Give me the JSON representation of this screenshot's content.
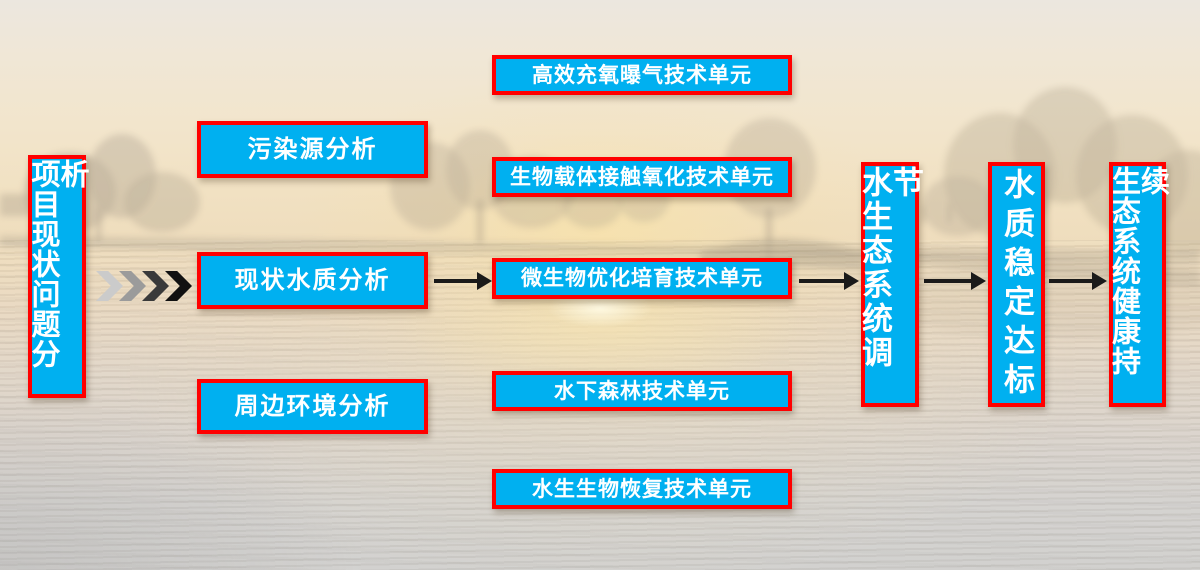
{
  "colors": {
    "box_fill": "#00b0f0",
    "box_border": "#ff0000",
    "box_text": "#ffffff",
    "arrow": "#1a1a1a",
    "chevron_shades": [
      "#cbcbcb",
      "#9b9b9b",
      "#3a3a3a",
      "#111111"
    ]
  },
  "flowchart": {
    "start": {
      "label": "项目现状问题分析"
    },
    "analysis": [
      {
        "label": "污染源分析"
      },
      {
        "label": "现状水质分析"
      },
      {
        "label": "周边环境分析"
      }
    ],
    "tech_units": [
      {
        "label": "高效充氧曝气技术单元"
      },
      {
        "label": "生物载体接触氧化技术单元"
      },
      {
        "label": "微生物优化培育技术单元"
      },
      {
        "label": "水下森林技术单元"
      },
      {
        "label": "水生生物恢复技术单元"
      }
    ],
    "outcomes": [
      {
        "label": "水生态系统调节"
      },
      {
        "label": "水质稳定达标"
      },
      {
        "label": "生态系统健康持续"
      }
    ]
  }
}
